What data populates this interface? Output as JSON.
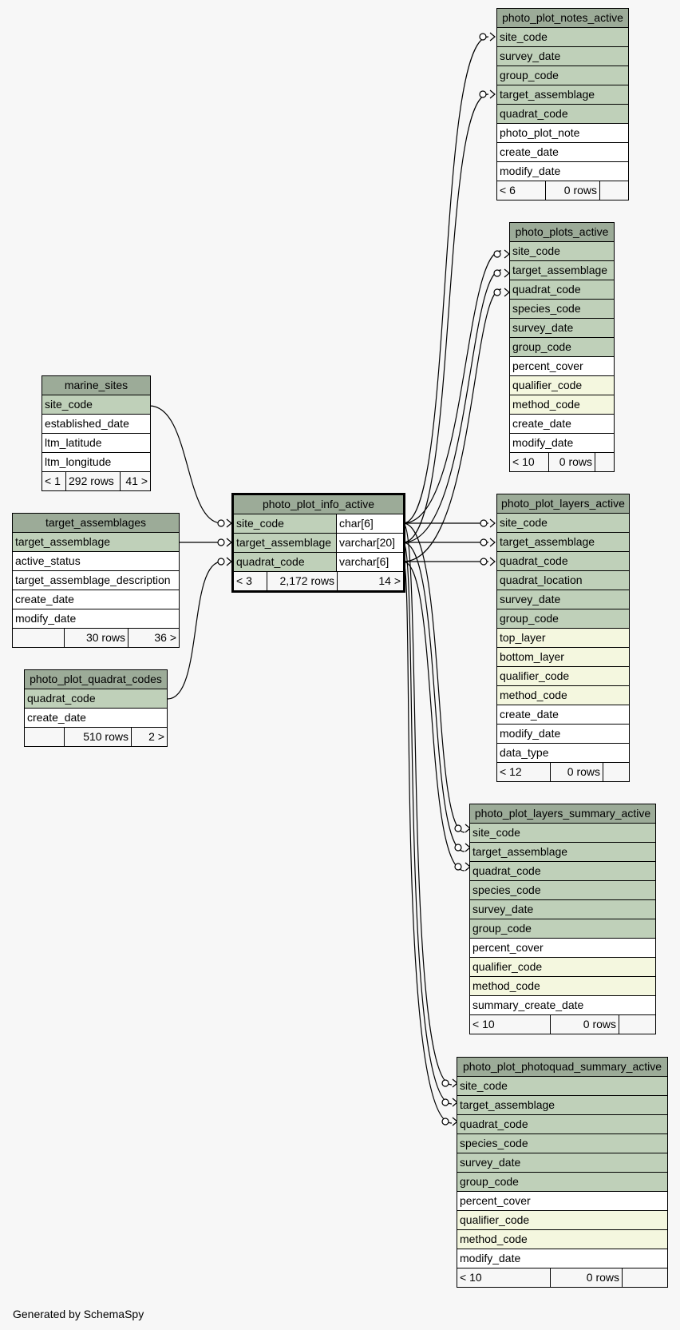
{
  "focus_table": {
    "name": "photo_plot_info_active",
    "columns": [
      {
        "name": "site_code",
        "type": "char[6]"
      },
      {
        "name": "target_assemblage",
        "type": "varchar[20]"
      },
      {
        "name": "quadrat_code",
        "type": "varchar[6]"
      }
    ],
    "footer": {
      "parents": "< 3",
      "rows": "2,172 rows",
      "children": "14 >"
    }
  },
  "tables": {
    "notes": {
      "name": "photo_plot_notes_active",
      "columns": [
        "site_code",
        "survey_date",
        "group_code",
        "target_assemblage",
        "quadrat_code",
        "photo_plot_note",
        "create_date",
        "modify_date"
      ],
      "footer": {
        "parents": "< 6",
        "rows": "0 rows",
        "children": ""
      }
    },
    "plots": {
      "name": "photo_plots_active",
      "columns": [
        "site_code",
        "target_assemblage",
        "quadrat_code",
        "species_code",
        "survey_date",
        "group_code",
        "percent_cover",
        "qualifier_code",
        "method_code",
        "create_date",
        "modify_date"
      ],
      "footer": {
        "parents": "< 10",
        "rows": "0 rows",
        "children": ""
      }
    },
    "marine_sites": {
      "name": "marine_sites",
      "columns": [
        "site_code",
        "established_date",
        "ltm_latitude",
        "ltm_longitude"
      ],
      "footer": {
        "parents": "< 1",
        "rows": "292 rows",
        "children": "41 >"
      }
    },
    "target_assemblages": {
      "name": "target_assemblages",
      "columns": [
        "target_assemblage",
        "active_status",
        "target_assemblage_description",
        "create_date",
        "modify_date"
      ],
      "footer": {
        "parents": "",
        "rows": "30 rows",
        "children": "36 >"
      }
    },
    "quadrat_codes": {
      "name": "photo_plot_quadrat_codes",
      "columns": [
        "quadrat_code",
        "create_date"
      ],
      "footer": {
        "parents": "",
        "rows": "510 rows",
        "children": "2 >"
      }
    },
    "layers": {
      "name": "photo_plot_layers_active",
      "columns": [
        "site_code",
        "target_assemblage",
        "quadrat_code",
        "quadrat_location",
        "survey_date",
        "group_code",
        "top_layer",
        "bottom_layer",
        "qualifier_code",
        "method_code",
        "create_date",
        "modify_date",
        "data_type"
      ],
      "footer": {
        "parents": "< 12",
        "rows": "0 rows",
        "children": ""
      }
    },
    "layers_summary": {
      "name": "photo_plot_layers_summary_active",
      "columns": [
        "site_code",
        "target_assemblage",
        "quadrat_code",
        "species_code",
        "survey_date",
        "group_code",
        "percent_cover",
        "qualifier_code",
        "method_code",
        "summary_create_date"
      ],
      "footer": {
        "parents": "< 10",
        "rows": "0 rows",
        "children": ""
      }
    },
    "photoquad": {
      "name": "photo_plot_photoquad_summary_active",
      "columns": [
        "site_code",
        "target_assemblage",
        "quadrat_code",
        "species_code",
        "survey_date",
        "group_code",
        "percent_cover",
        "qualifier_code",
        "method_code",
        "modify_date"
      ],
      "footer": {
        "parents": "< 10",
        "rows": "0 rows",
        "children": ""
      }
    }
  },
  "colors": {
    "header": "#9cab98",
    "key_column": "#bfd0b9",
    "indexed_column": "#f4f7df",
    "background": "#f7f7f7"
  },
  "footer_text": "Generated by SchemaSpy"
}
